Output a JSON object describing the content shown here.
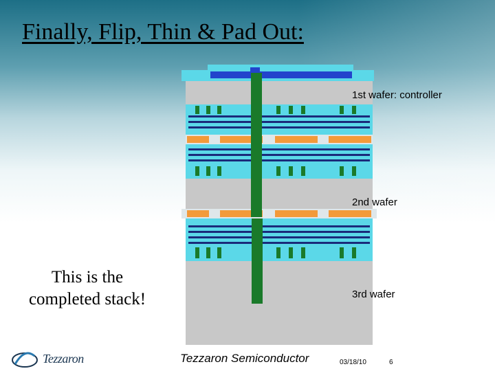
{
  "slide": {
    "title": "Finally, Flip, Thin & Pad Out:",
    "caption": "This is the completed stack!",
    "footer_company": "Tezzaron Semiconductor",
    "footer_date": "03/18/10",
    "page_number": "6"
  },
  "diagram": {
    "wafer_labels": [
      "1st wafer: controller",
      "2nd wafer",
      "3rd wafer"
    ]
  },
  "logo": {
    "text": "Tezzaron"
  },
  "colors": {
    "silicon": "#c8c8c8",
    "pad_blue": "#2244cc",
    "light_cyan": "#5bd8e8",
    "via_green": "#1a7a2a",
    "metal_navy": "#1a2a7a",
    "bond_orange": "#f39a3a"
  }
}
